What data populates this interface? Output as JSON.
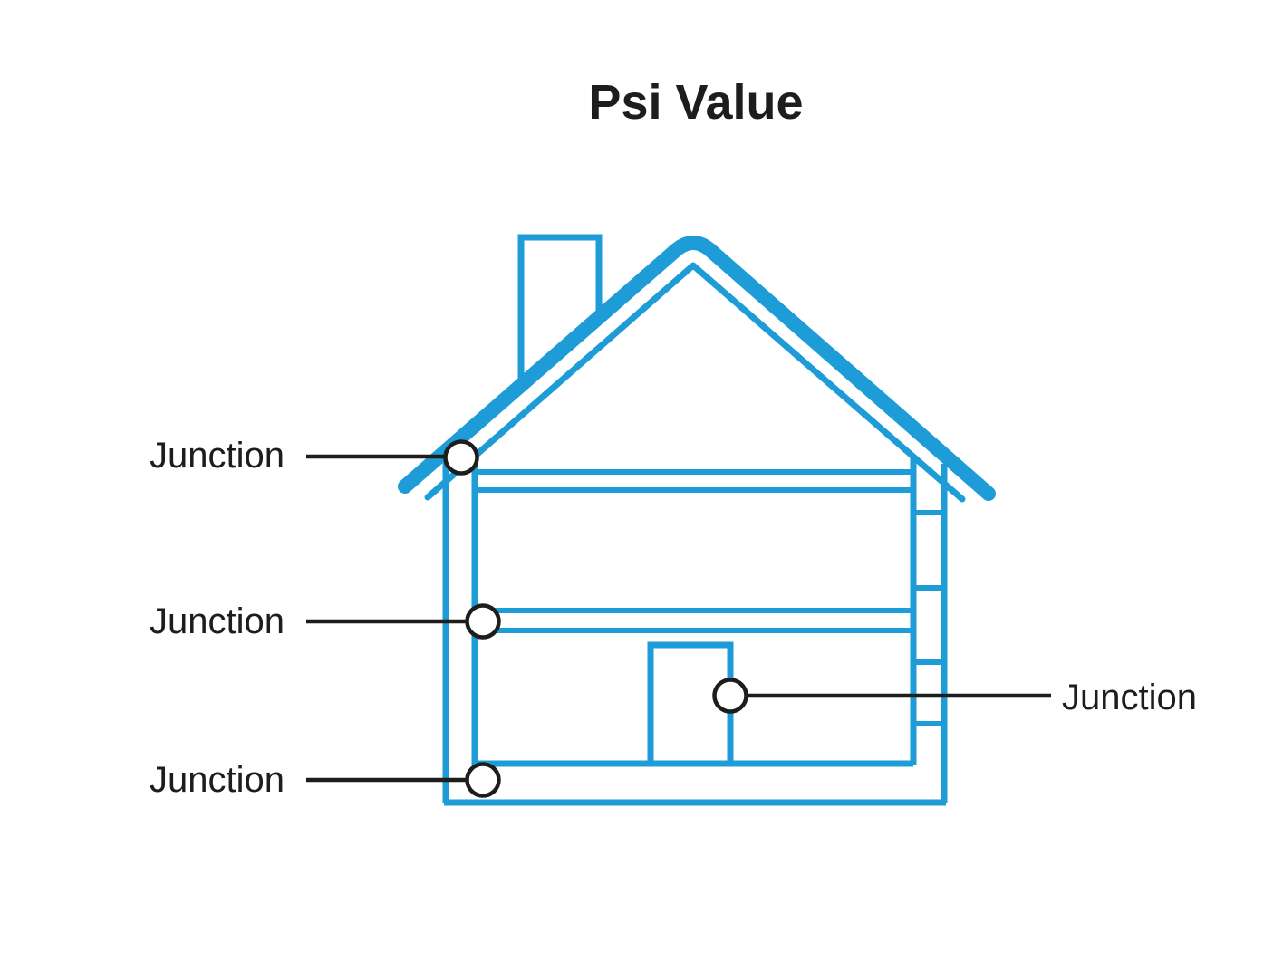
{
  "title": "Psi Value",
  "colors": {
    "house_blue": "#1e9cd7",
    "line_black": "#1d1d1b",
    "background": "#ffffff"
  },
  "diagram": {
    "type": "house-cross-section",
    "description": "Cross-section of a house with junction points marked by circles"
  },
  "junctions": [
    {
      "label": "Junction",
      "side": "left",
      "position": "roof-eaves-wall"
    },
    {
      "label": "Junction",
      "side": "left",
      "position": "intermediate-floor-wall"
    },
    {
      "label": "Junction",
      "side": "left",
      "position": "ground-floor-wall"
    },
    {
      "label": "Junction",
      "side": "right",
      "position": "door-frame"
    }
  ]
}
